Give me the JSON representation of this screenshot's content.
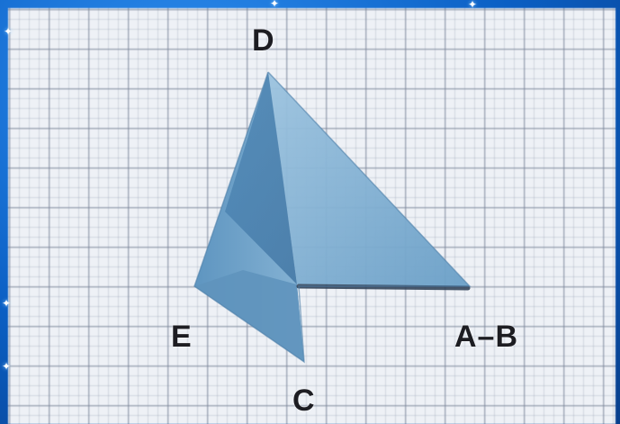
{
  "figure": {
    "vertices": {
      "d": "D",
      "e": "E",
      "c": "C",
      "ab": "A–B"
    }
  },
  "colors": {
    "frame": "#0b5fc4",
    "paper": "#eef1f6",
    "grid": "#8a94a8",
    "shape_light": "#7fb0d2",
    "shape_mid": "#5d94bf",
    "shape_dark": "#3f79a8",
    "label": "#1d1d22"
  },
  "decoration": {
    "sparkle_glyph": "✦"
  }
}
